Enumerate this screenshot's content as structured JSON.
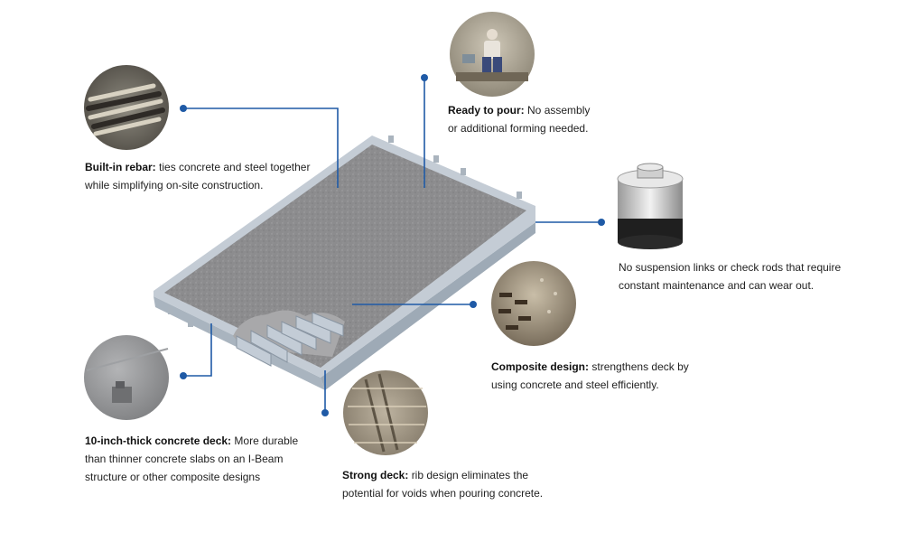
{
  "colors": {
    "leader_line": "#1f5aa6",
    "deck_surface": "#8e8e90",
    "deck_frame": "#b7c1cc",
    "text": "#222222"
  },
  "callouts": [
    {
      "id": "built-in-rebar",
      "title": "Built-in rebar:",
      "lines": [
        "ties concrete and steel together",
        "while simplifying on-site construction."
      ],
      "thumbnail_icon": "rebar-photo-icon"
    },
    {
      "id": "ready-to-pour",
      "title": "Ready to pour:",
      "lines": [
        "No assembly",
        "or additional forming needed."
      ],
      "thumbnail_icon": "worker-photo-icon"
    },
    {
      "id": "no-suspension",
      "title": "",
      "lines": [
        "No suspension links or check rods that require",
        "constant maintenance and can wear out."
      ],
      "thumbnail_icon": "load-cell-photo-icon"
    },
    {
      "id": "composite-design",
      "title": "Composite design:",
      "lines": [
        "strengthens deck by",
        "using concrete and steel efficiently."
      ],
      "thumbnail_icon": "composite-photo-icon"
    },
    {
      "id": "concrete-deck",
      "title": "10-inch-thick concrete deck:",
      "lines": [
        "More durable",
        "than thinner concrete slabs on an I-Beam",
        "structure or other composite designs"
      ],
      "thumbnail_icon": "deck-corner-photo-icon"
    },
    {
      "id": "strong-deck",
      "title": "Strong deck:",
      "lines": [
        "rib design eliminates the",
        "potential for voids when pouring concrete."
      ],
      "thumbnail_icon": "rib-photo-icon"
    }
  ]
}
